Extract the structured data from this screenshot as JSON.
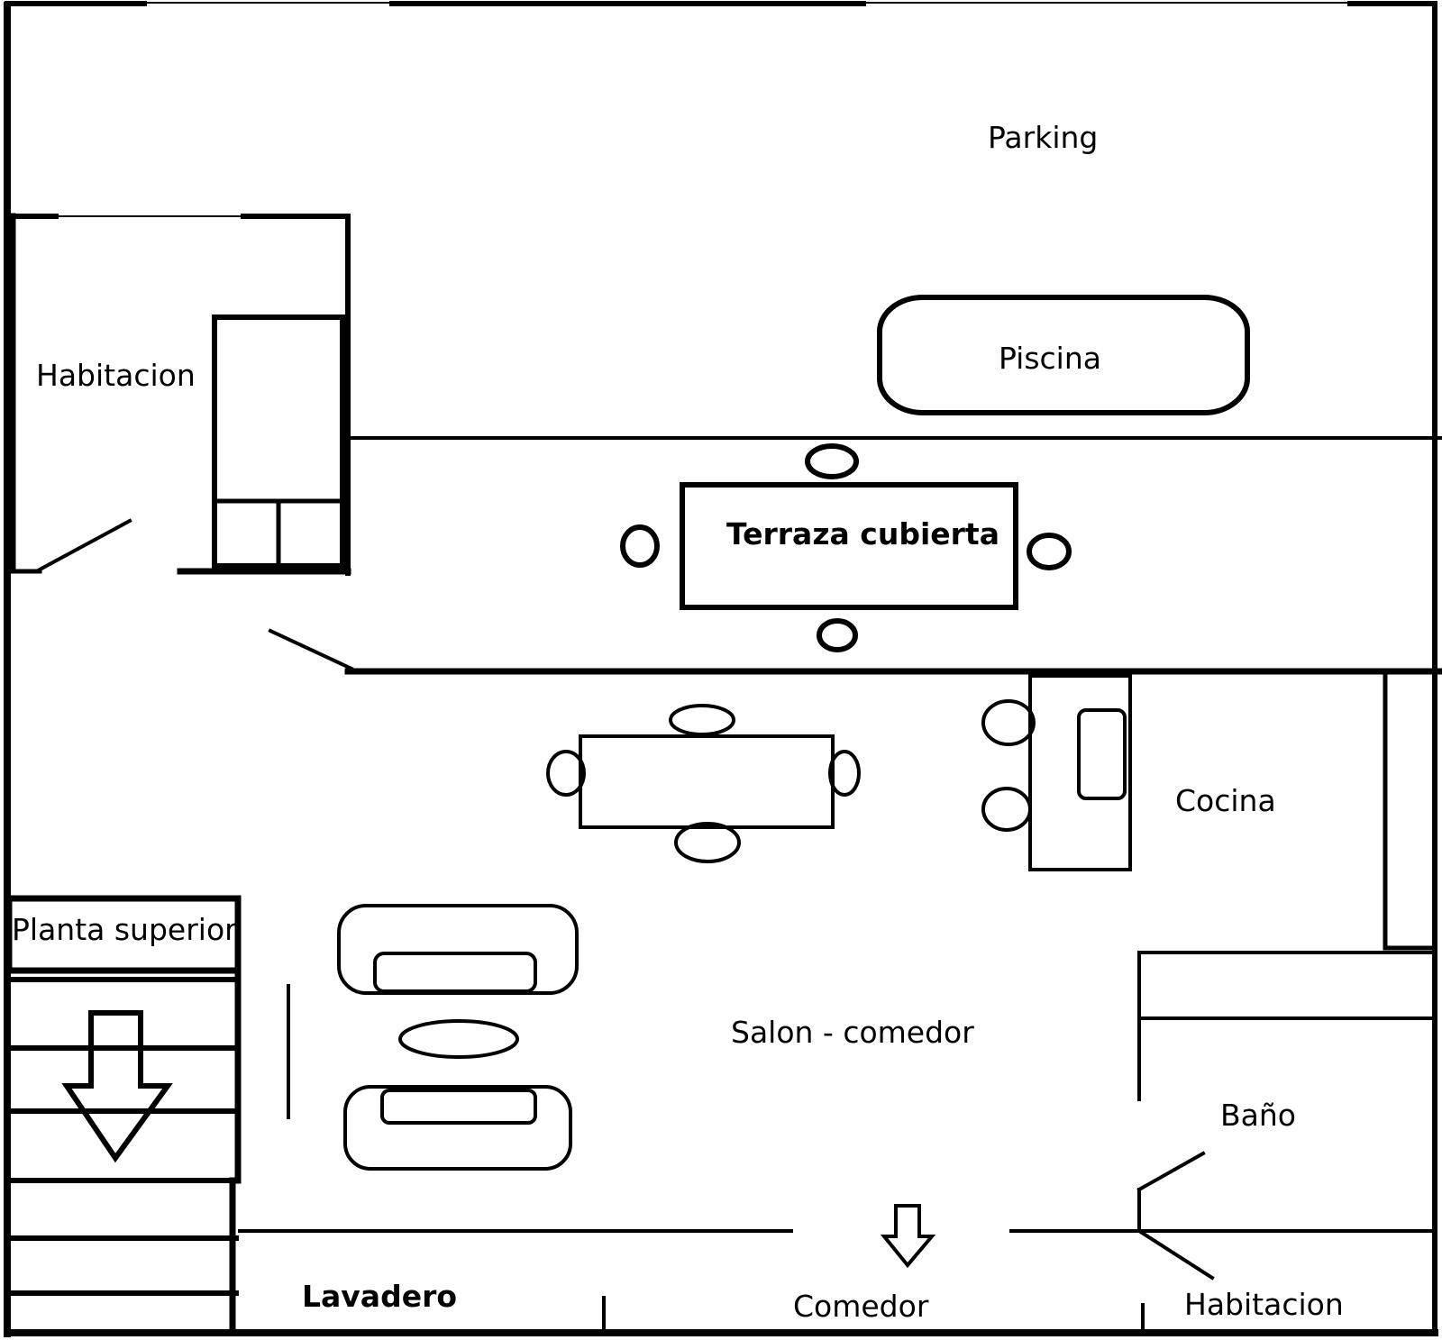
{
  "rooms": {
    "parking": "Parking",
    "piscina": "Piscina",
    "habitacion_top": "Habitacion",
    "terraza": "Terraza cubierta",
    "cocina": "Cocina",
    "planta_superior": "Planta superior",
    "salon": "Salon - comedor",
    "bano": "Baño",
    "lavadero": "Lavadero",
    "comedor": "Comedor",
    "habitacion_bottom": "Habitacion"
  },
  "icons": {
    "stairs_arrow": "arrow-down-icon",
    "exit_arrow": "arrow-down-icon"
  },
  "colors": {
    "line": "#000000",
    "background": "#ffffff"
  }
}
